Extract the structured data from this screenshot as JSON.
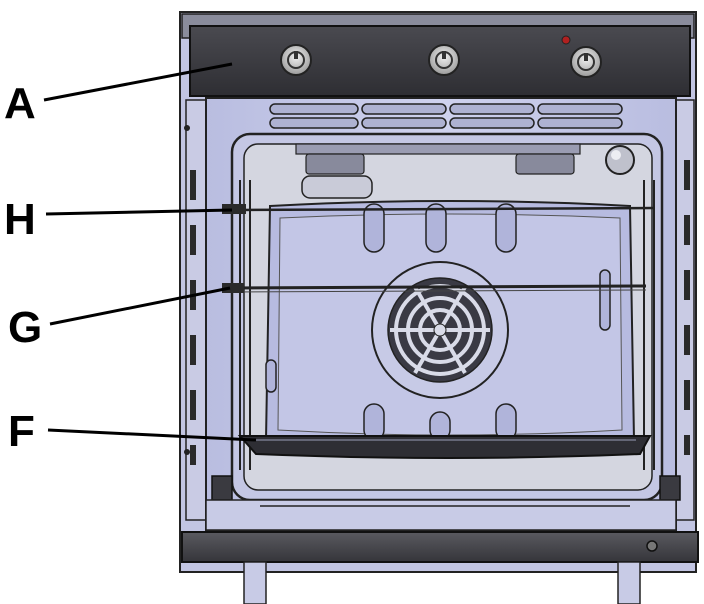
{
  "diagram": {
    "callouts": [
      {
        "id": "A",
        "label": "A"
      },
      {
        "id": "H",
        "label": "H"
      },
      {
        "id": "G",
        "label": "G"
      },
      {
        "id": "F",
        "label": "F"
      }
    ],
    "control_panel": {
      "knob_count": 3,
      "indicator_light": "on"
    }
  },
  "colors": {
    "panel": "#3c3c42",
    "cavity_frame": "#c8cbe6",
    "cavity_back": "#d4d6e0",
    "outline": "#222222",
    "indicator": "#b02020"
  },
  "icons": {
    "knob": "oven-knob-icon",
    "fan": "convection-fan-icon",
    "lamp": "oven-lamp-icon"
  }
}
